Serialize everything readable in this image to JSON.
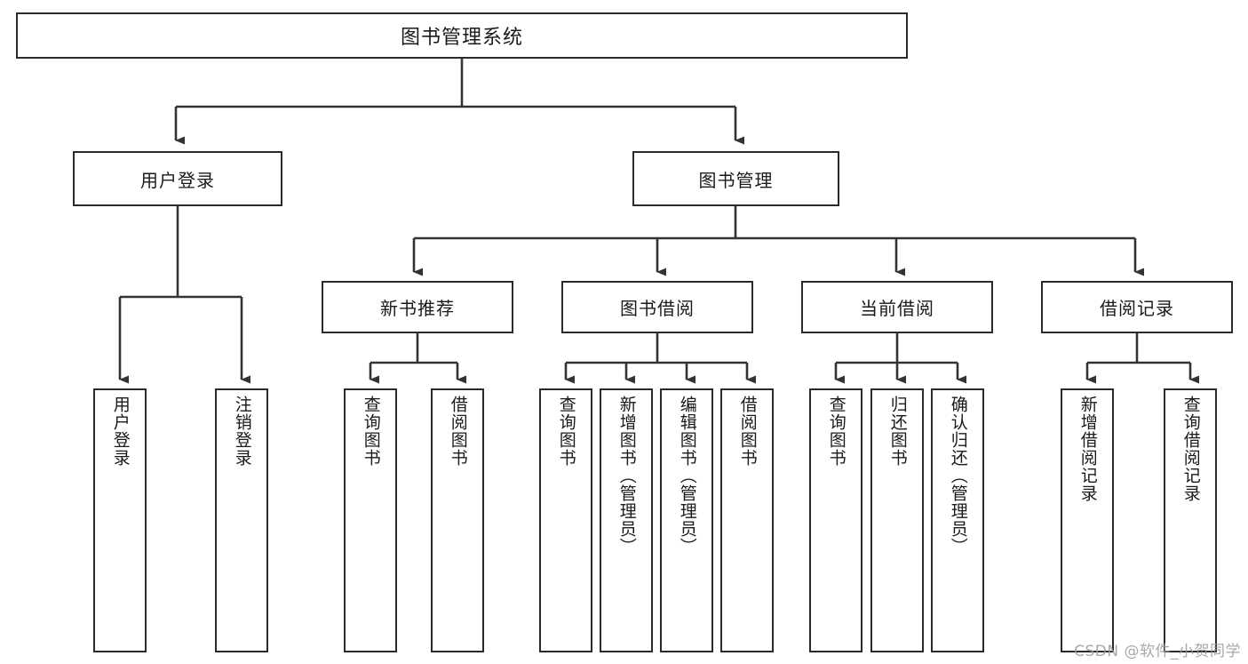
{
  "diagram": {
    "title": "图书管理系统",
    "type": "hierarchy-tree",
    "watermark": "CSDN @软件_小贺同学",
    "colors": {
      "box_border": "#2b2b2b",
      "box_fill": "#ffffff",
      "connector": "#333333",
      "text": "#1a1a1a",
      "watermark": "#9a9a9a"
    },
    "root": {
      "label": "图书管理系统"
    },
    "level2": [
      {
        "label": "用户登录"
      },
      {
        "label": "图书管理"
      }
    ],
    "level3": [
      {
        "label": "新书推荐"
      },
      {
        "label": "图书借阅"
      },
      {
        "label": "当前借阅"
      },
      {
        "label": "借阅记录"
      }
    ],
    "leaves": {
      "user_login": [
        {
          "label": "用户登录"
        },
        {
          "label": "注销登录"
        }
      ],
      "new_book_recommend": [
        {
          "label": "查询图书"
        },
        {
          "label": "借阅图书"
        }
      ],
      "book_borrow": [
        {
          "label": "查询图书"
        },
        {
          "label": "新增图书（管理员）"
        },
        {
          "label": "编辑图书（管理员）"
        },
        {
          "label": "借阅图书"
        }
      ],
      "current_borrow": [
        {
          "label": "查询图书"
        },
        {
          "label": "归还图书"
        },
        {
          "label": "确认归还（管理员）"
        }
      ],
      "borrow_record": [
        {
          "label": "新增借阅记录"
        },
        {
          "label": "查询借阅记录"
        }
      ]
    }
  }
}
